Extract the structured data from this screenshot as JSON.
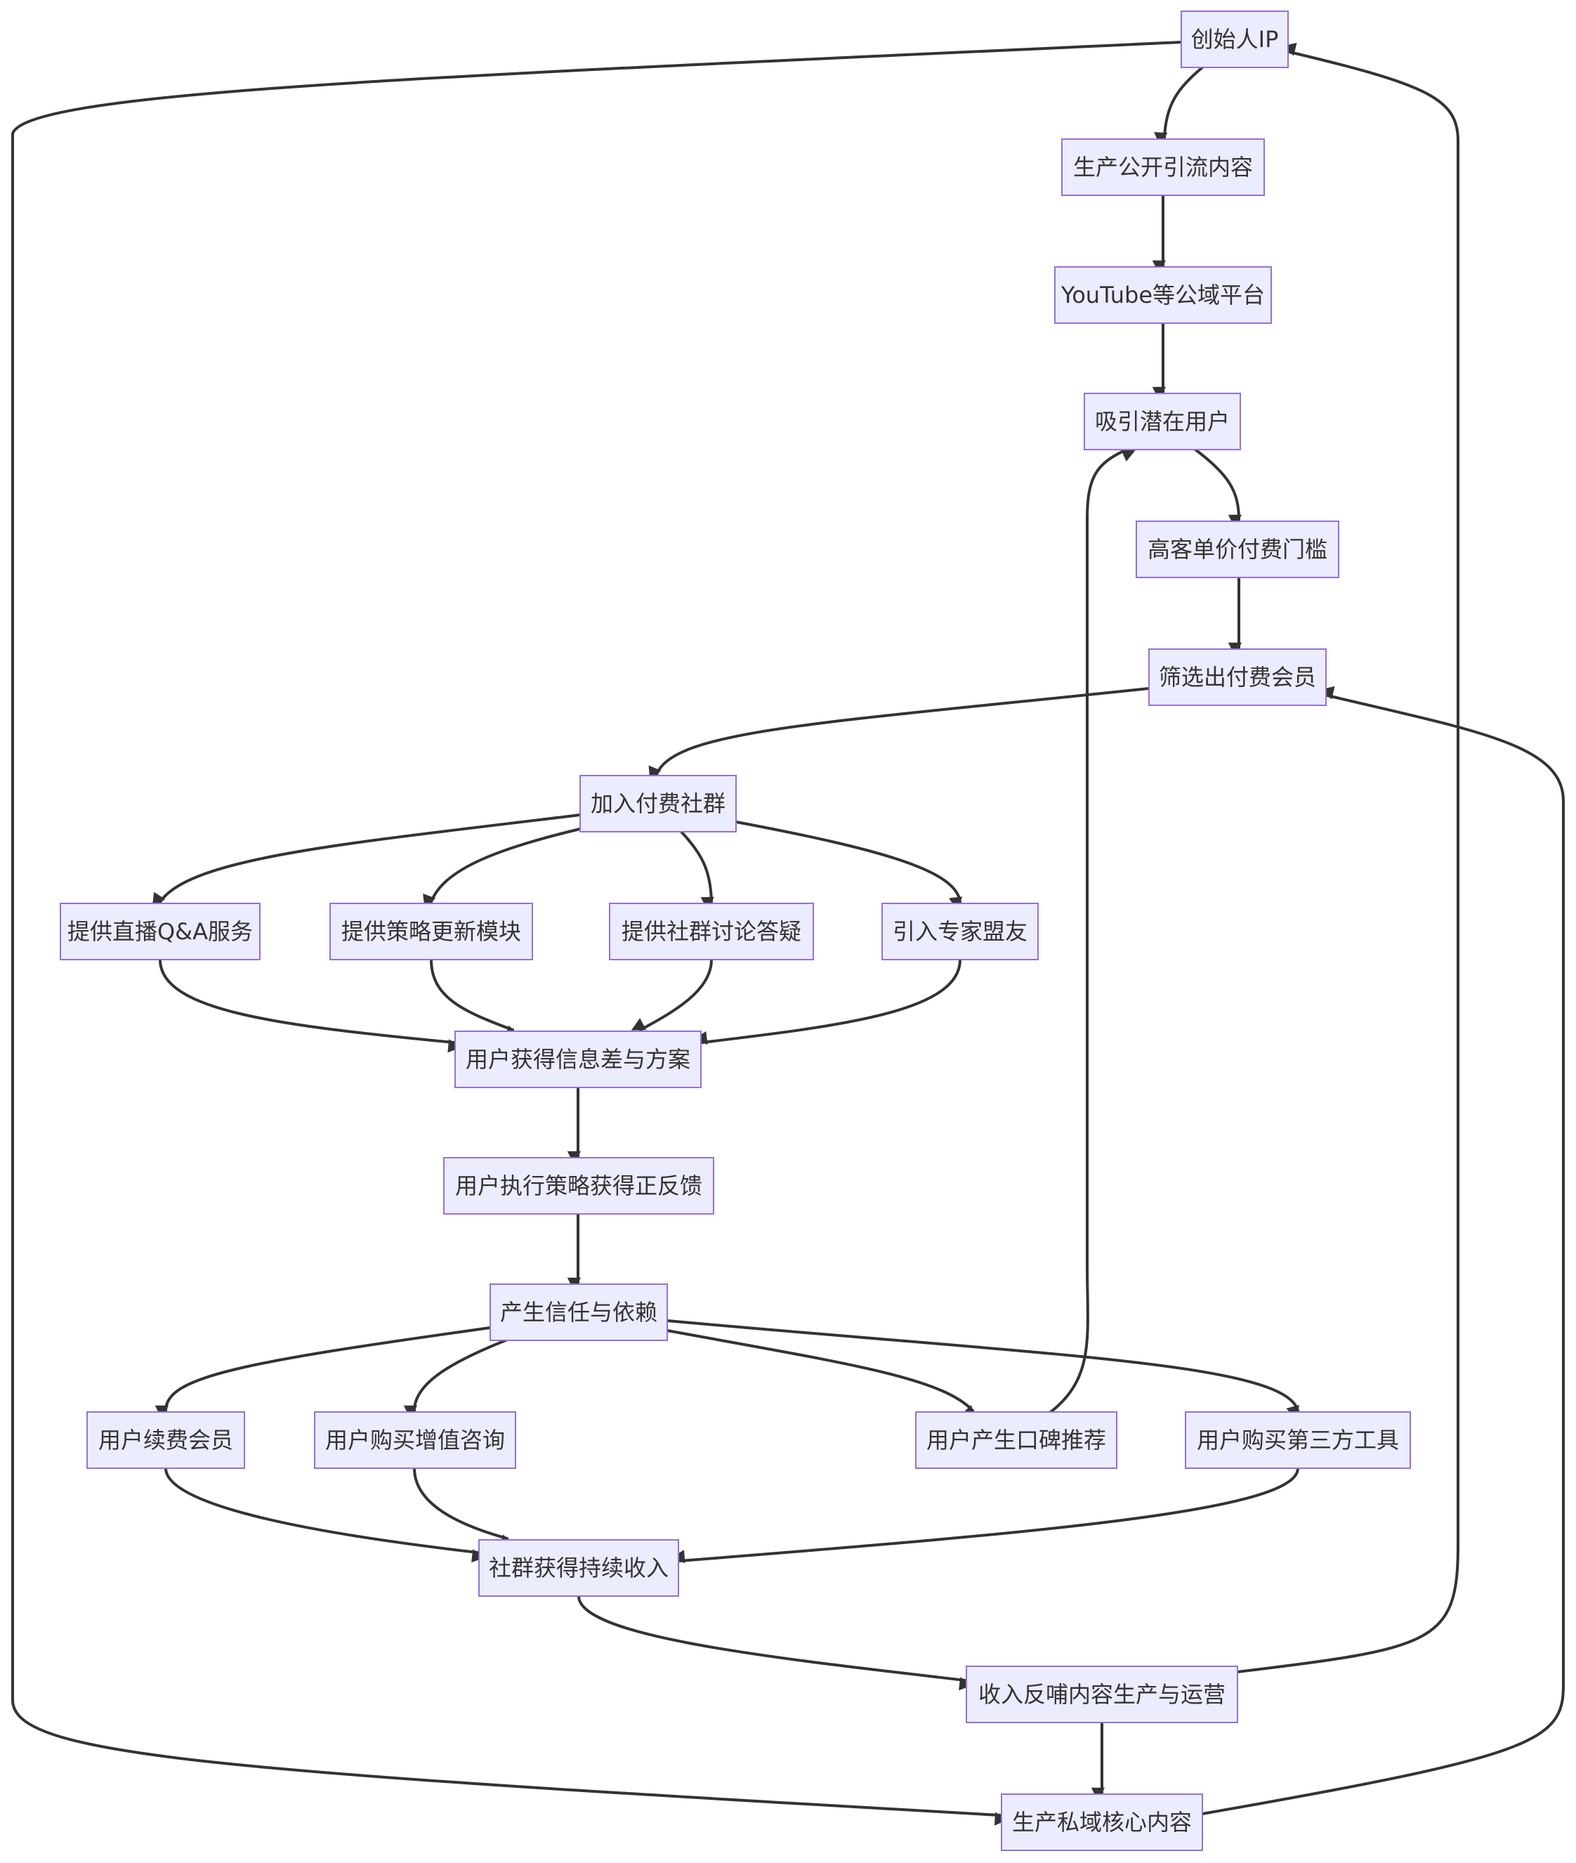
{
  "diagram": {
    "type": "flowchart",
    "colors": {
      "node_fill": "#ECECFF",
      "node_border": "#9370DB",
      "edge": "#333333",
      "text": "#333333",
      "background": "#ffffff"
    },
    "nodes": [
      {
        "id": "ip",
        "label": "创始人IP"
      },
      {
        "id": "public_content",
        "label": "生产公开引流内容"
      },
      {
        "id": "youtube",
        "label": "YouTube等公域平台"
      },
      {
        "id": "attract",
        "label": "吸引潜在用户"
      },
      {
        "id": "threshold",
        "label": "高客单价付费门槛"
      },
      {
        "id": "filter",
        "label": "筛选出付费会员"
      },
      {
        "id": "join",
        "label": "加入付费社群"
      },
      {
        "id": "live_qa",
        "label": "提供直播Q&A服务"
      },
      {
        "id": "strategy",
        "label": "提供策略更新模块"
      },
      {
        "id": "discussion",
        "label": "提供社群讨论答疑"
      },
      {
        "id": "experts",
        "label": "引入专家盟友"
      },
      {
        "id": "info_gap",
        "label": "用户获得信息差与方案"
      },
      {
        "id": "execute",
        "label": "用户执行策略获得正反馈"
      },
      {
        "id": "trust",
        "label": "产生信任与依赖"
      },
      {
        "id": "renew",
        "label": "用户续费会员"
      },
      {
        "id": "consult",
        "label": "用户购买增值咨询"
      },
      {
        "id": "referral",
        "label": "用户产生口碑推荐"
      },
      {
        "id": "tools",
        "label": "用户购买第三方工具"
      },
      {
        "id": "revenue",
        "label": "社群获得持续收入"
      },
      {
        "id": "reinvest",
        "label": "收入反哺内容生产与运营"
      },
      {
        "id": "private_content",
        "label": "生产私域核心内容"
      }
    ],
    "edges": [
      {
        "from": "ip",
        "to": "public_content"
      },
      {
        "from": "public_content",
        "to": "youtube"
      },
      {
        "from": "youtube",
        "to": "attract"
      },
      {
        "from": "attract",
        "to": "threshold"
      },
      {
        "from": "threshold",
        "to": "filter"
      },
      {
        "from": "filter",
        "to": "join"
      },
      {
        "from": "join",
        "to": "live_qa"
      },
      {
        "from": "join",
        "to": "strategy"
      },
      {
        "from": "join",
        "to": "discussion"
      },
      {
        "from": "join",
        "to": "experts"
      },
      {
        "from": "live_qa",
        "to": "info_gap"
      },
      {
        "from": "strategy",
        "to": "info_gap"
      },
      {
        "from": "discussion",
        "to": "info_gap"
      },
      {
        "from": "experts",
        "to": "info_gap"
      },
      {
        "from": "info_gap",
        "to": "execute"
      },
      {
        "from": "execute",
        "to": "trust"
      },
      {
        "from": "trust",
        "to": "renew"
      },
      {
        "from": "trust",
        "to": "consult"
      },
      {
        "from": "trust",
        "to": "referral"
      },
      {
        "from": "trust",
        "to": "tools"
      },
      {
        "from": "referral",
        "to": "attract"
      },
      {
        "from": "renew",
        "to": "revenue"
      },
      {
        "from": "consult",
        "to": "revenue"
      },
      {
        "from": "tools",
        "to": "revenue"
      },
      {
        "from": "revenue",
        "to": "reinvest"
      },
      {
        "from": "reinvest",
        "to": "ip"
      },
      {
        "from": "reinvest",
        "to": "private_content"
      },
      {
        "from": "ip",
        "to": "private_content"
      },
      {
        "from": "private_content",
        "to": "filter"
      }
    ]
  }
}
